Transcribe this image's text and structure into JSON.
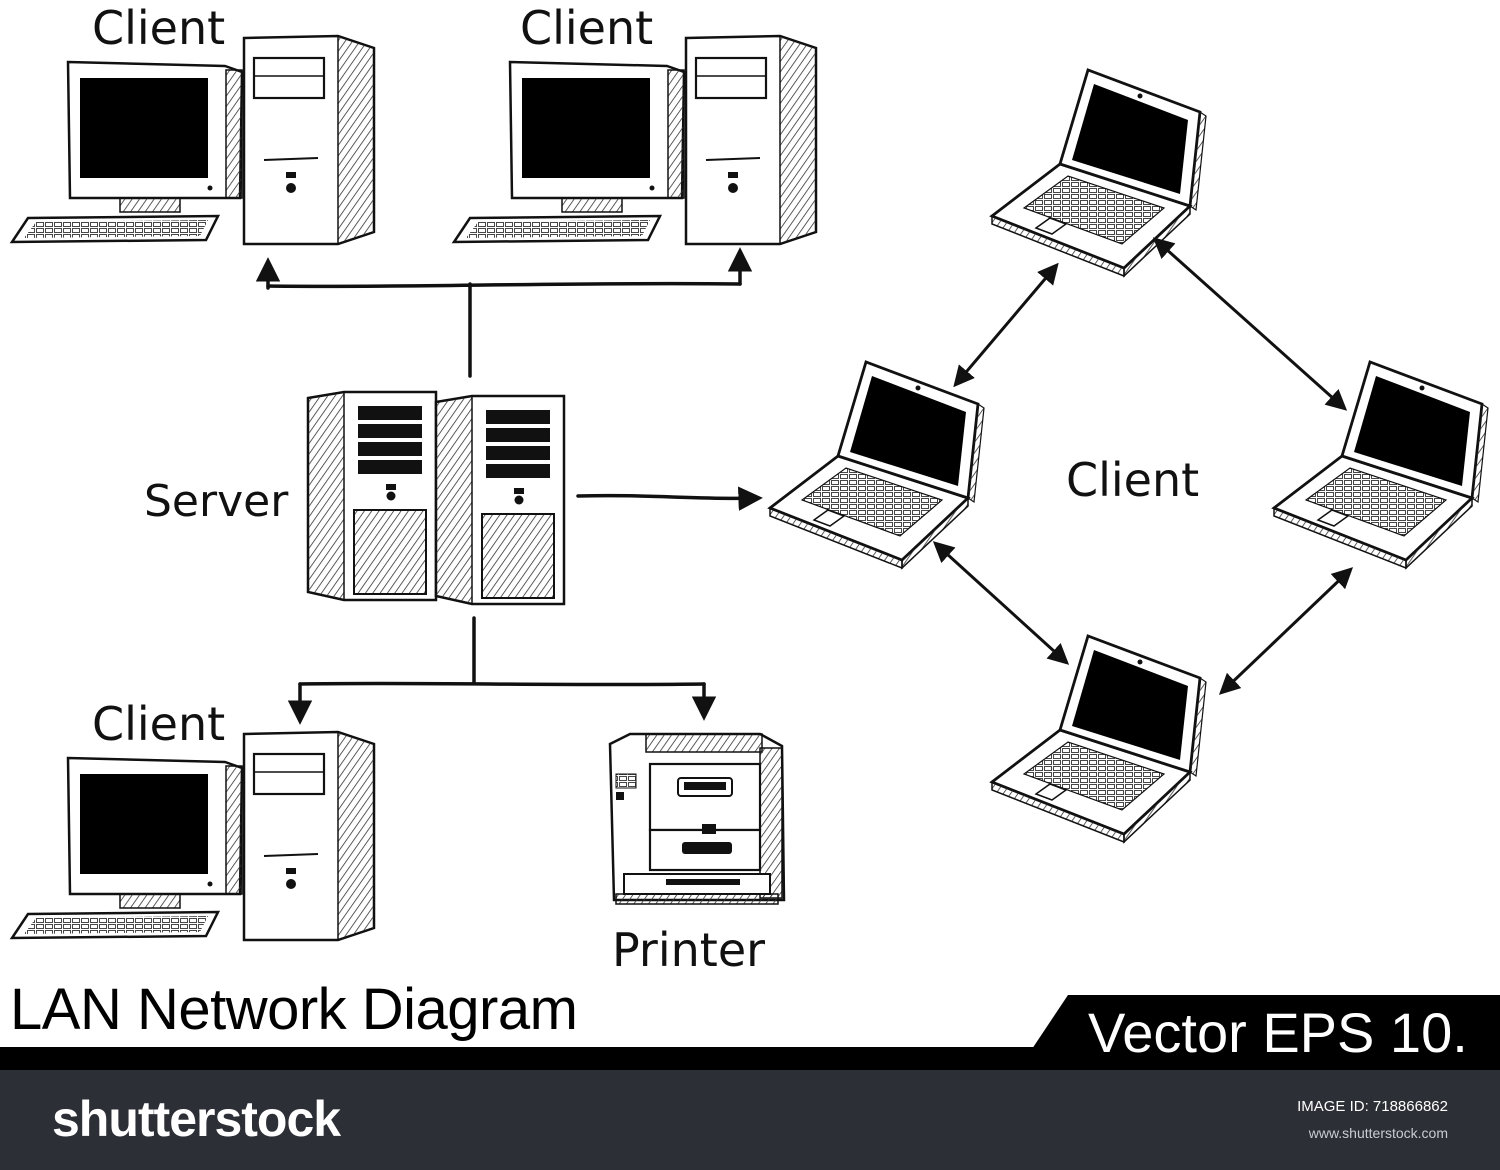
{
  "diagram": {
    "title": "LAN Network Diagram",
    "labels": {
      "client_top_left": "Client",
      "client_top_right": "Client",
      "client_bottom_left": "Client",
      "client_laptops": "Client",
      "server": "Server",
      "printer": "Printer"
    }
  },
  "badge": {
    "text": "Vector EPS 10."
  },
  "footer": {
    "brand": "shutterstock",
    "image_id_label": "IMAGE ID: 718866862",
    "site": "www.shutterstock.com"
  },
  "colors": {
    "ink": "#111111",
    "footer_bg": "#2c2f35",
    "band": "#000000"
  }
}
